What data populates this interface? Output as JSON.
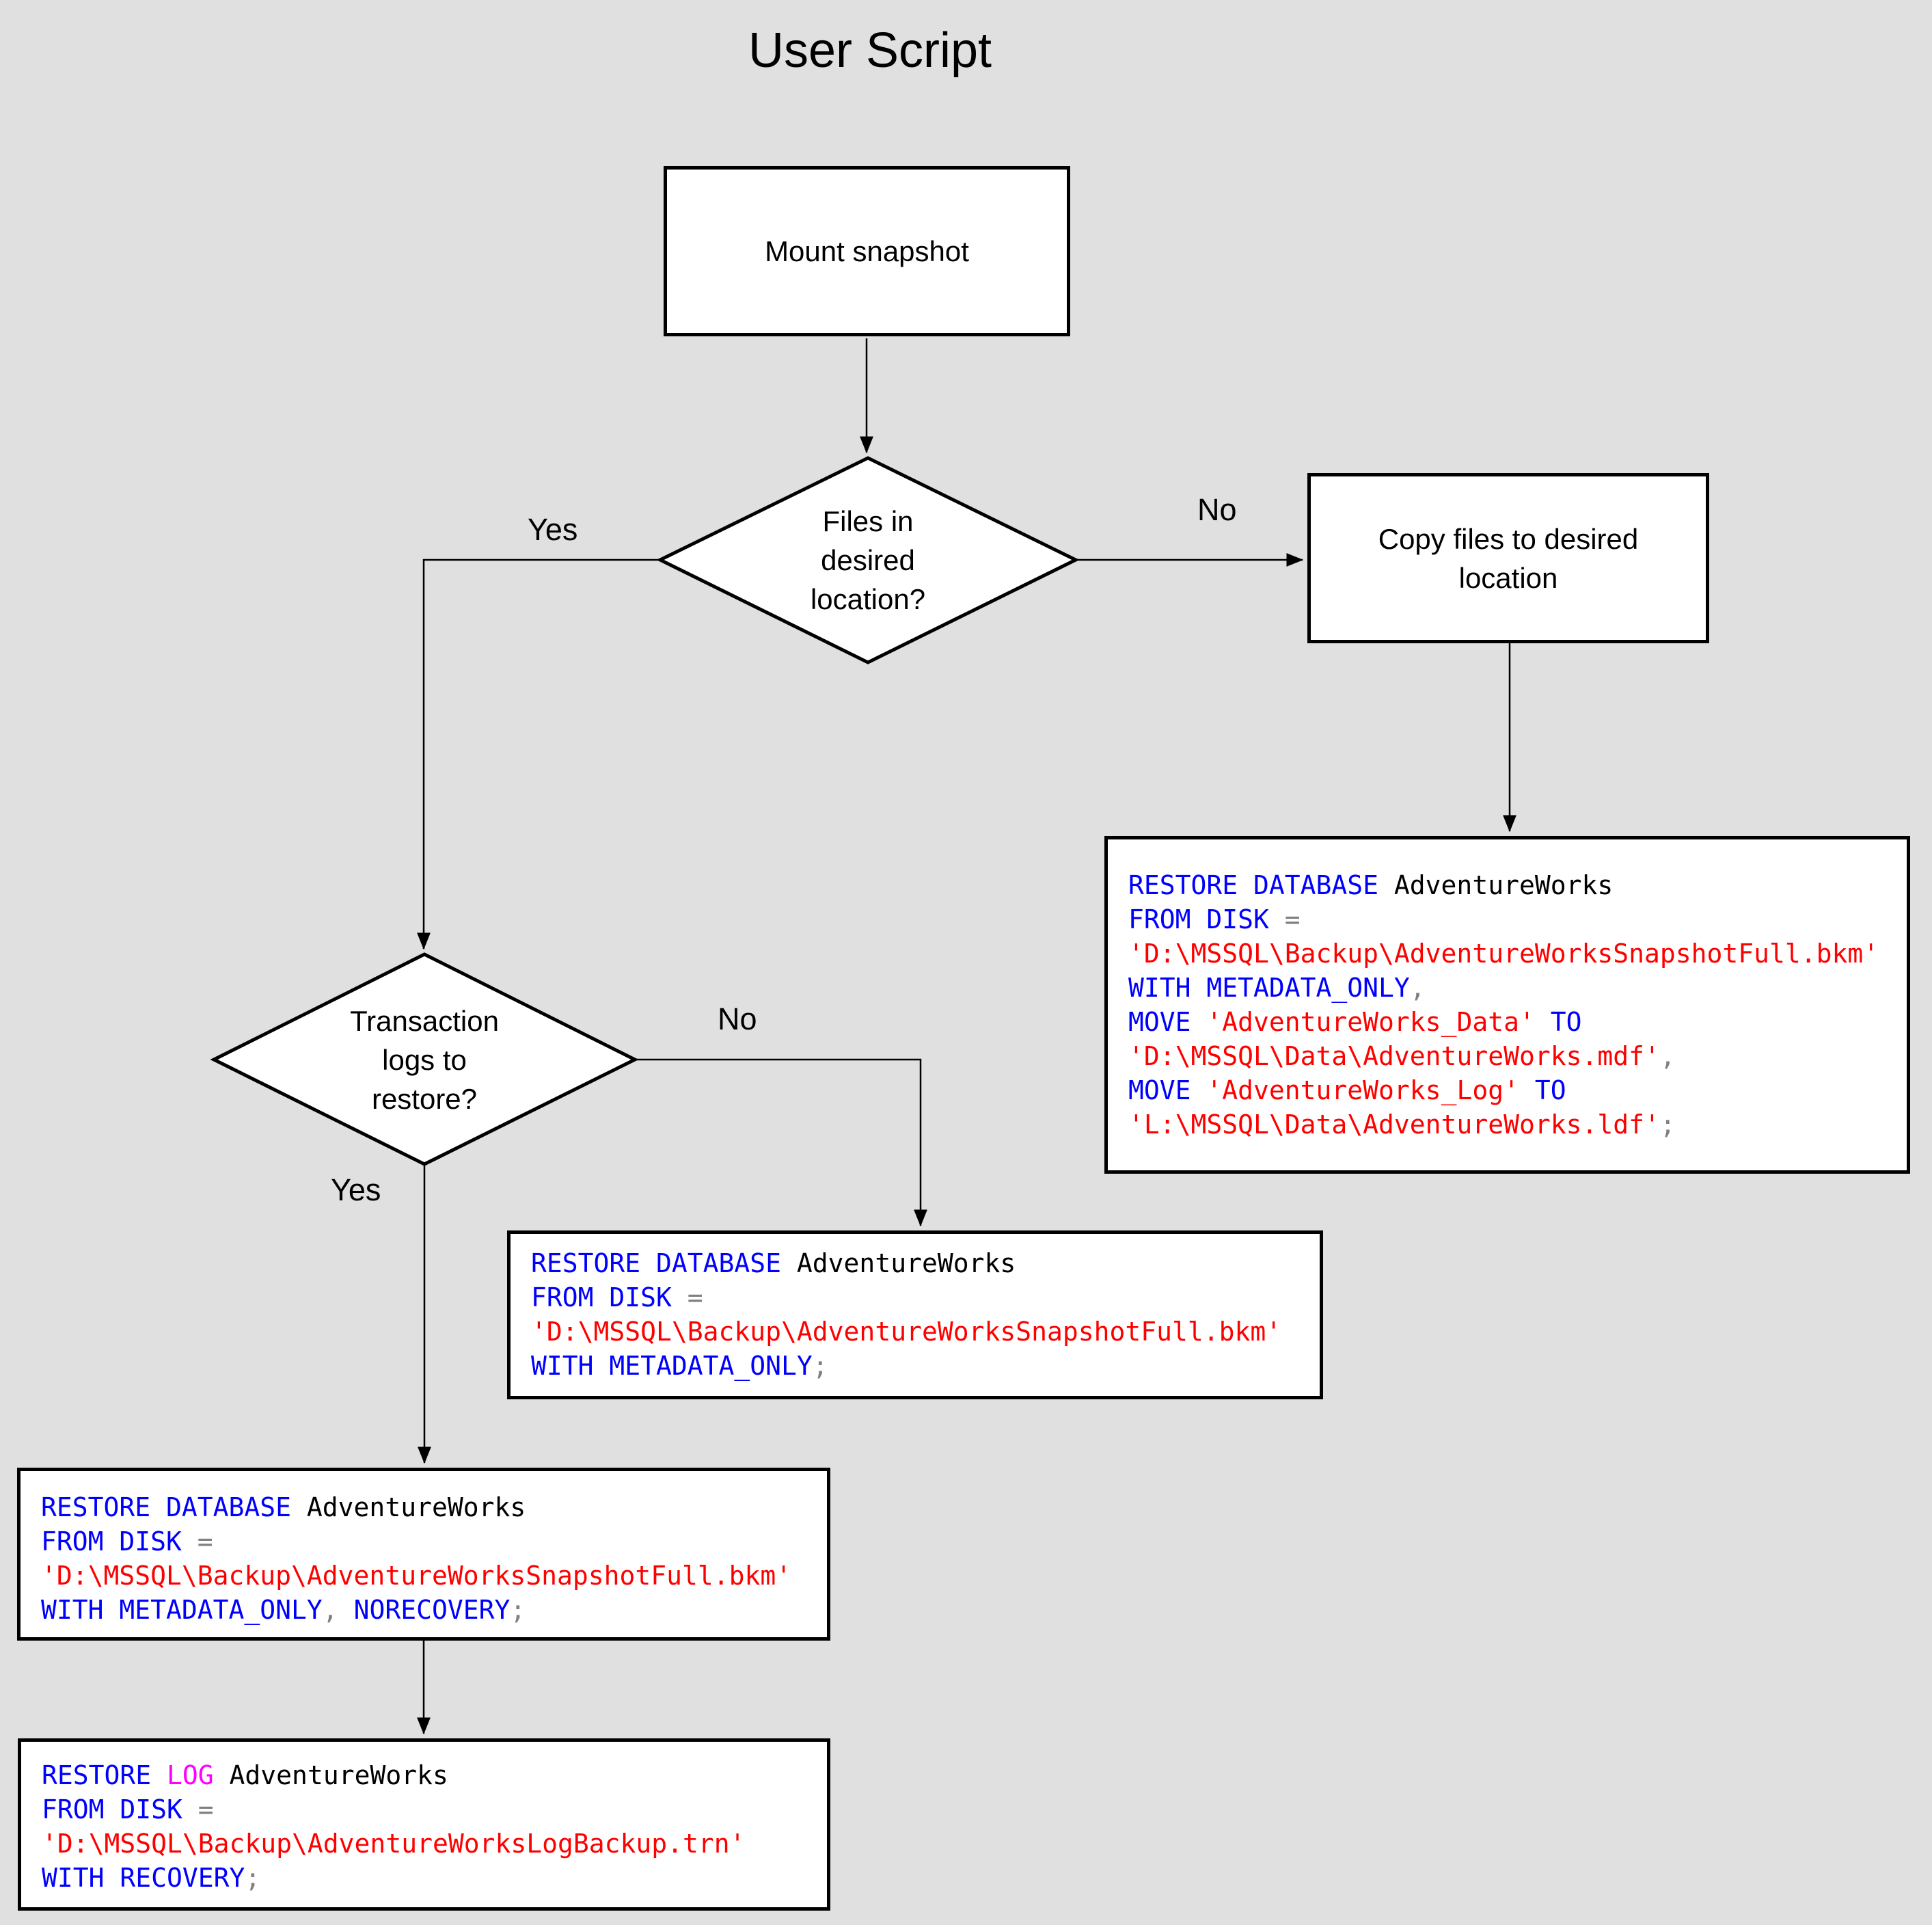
{
  "page": {
    "title": "User Script"
  },
  "colors": {
    "background": "#e0e0e0",
    "node_fill": "#ffffff",
    "node_border": "#000000",
    "connector": "#000000"
  },
  "code_colors": {
    "keyword": "#0000ff",
    "string": "#ff0000",
    "identifier": "#000000",
    "operator": "#808080",
    "function": "#ff00ff"
  },
  "nodes": {
    "mount_snapshot": {
      "label": "Mount snapshot"
    },
    "files_decision": {
      "lines": [
        "Files in",
        "desired",
        "location?"
      ]
    },
    "copy_files": {
      "lines": [
        "Copy files to desired",
        "location"
      ]
    },
    "logs_decision": {
      "lines": [
        "Transaction",
        "logs to",
        "restore?"
      ]
    }
  },
  "edge_labels": {
    "files_yes": "Yes",
    "files_no": "No",
    "logs_no": "No",
    "logs_yes": "Yes"
  },
  "code_blocks": {
    "restore_with_move": {
      "lines": [
        [
          [
            "RESTORE DATABASE",
            "keyword"
          ],
          [
            " AdventureWorks",
            "identifier"
          ]
        ],
        [
          [
            "FROM DISK",
            "keyword"
          ],
          [
            " =",
            "operator"
          ]
        ],
        [
          [
            "'D:\\MSSQL\\Backup\\AdventureWorksSnapshotFull.bkm'",
            "string"
          ]
        ],
        [
          [
            "WITH METADATA_ONLY",
            "keyword"
          ],
          [
            ",",
            "operator"
          ]
        ],
        [
          [
            "MOVE",
            "keyword"
          ],
          [
            " 'AdventureWorks_Data'",
            "string"
          ],
          [
            " TO",
            "keyword"
          ]
        ],
        [
          [
            "'D:\\MSSQL\\Data\\AdventureWorks.mdf'",
            "string"
          ],
          [
            ",",
            "operator"
          ]
        ],
        [
          [
            "MOVE",
            "keyword"
          ],
          [
            " 'AdventureWorks_Log'",
            "string"
          ],
          [
            " TO",
            "keyword"
          ]
        ],
        [
          [
            "'L:\\MSSQL\\Data\\AdventureWorks.ldf'",
            "string"
          ],
          [
            ";",
            "operator"
          ]
        ]
      ]
    },
    "restore_metadata_only": {
      "lines": [
        [
          [
            "RESTORE DATABASE",
            "keyword"
          ],
          [
            " AdventureWorks",
            "identifier"
          ]
        ],
        [
          [
            "FROM DISK",
            "keyword"
          ],
          [
            " =",
            "operator"
          ]
        ],
        [
          [
            "'D:\\MSSQL\\Backup\\AdventureWorksSnapshotFull.bkm'",
            "string"
          ]
        ],
        [
          [
            "WITH METADATA_ONLY",
            "keyword"
          ],
          [
            ";",
            "operator"
          ]
        ]
      ]
    },
    "restore_norecovery": {
      "lines": [
        [
          [
            "RESTORE DATABASE",
            "keyword"
          ],
          [
            " AdventureWorks",
            "identifier"
          ]
        ],
        [
          [
            "FROM DISK",
            "keyword"
          ],
          [
            " =",
            "operator"
          ]
        ],
        [
          [
            "'D:\\MSSQL\\Backup\\AdventureWorksSnapshotFull.bkm'",
            "string"
          ]
        ],
        [
          [
            "WITH METADATA_ONLY",
            "keyword"
          ],
          [
            ",",
            "operator"
          ],
          [
            " NORECOVERY",
            "keyword"
          ],
          [
            ";",
            "operator"
          ]
        ]
      ]
    },
    "restore_log_recovery": {
      "lines": [
        [
          [
            "RESTORE",
            "keyword"
          ],
          [
            " LOG",
            "function"
          ],
          [
            " AdventureWorks",
            "identifier"
          ]
        ],
        [
          [
            "FROM DISK",
            "keyword"
          ],
          [
            " =",
            "operator"
          ]
        ],
        [
          [
            "'D:\\MSSQL\\Backup\\AdventureWorksLogBackup.trn'",
            "string"
          ]
        ],
        [
          [
            "WITH RECOVERY",
            "keyword"
          ],
          [
            ";",
            "operator"
          ]
        ]
      ]
    }
  }
}
